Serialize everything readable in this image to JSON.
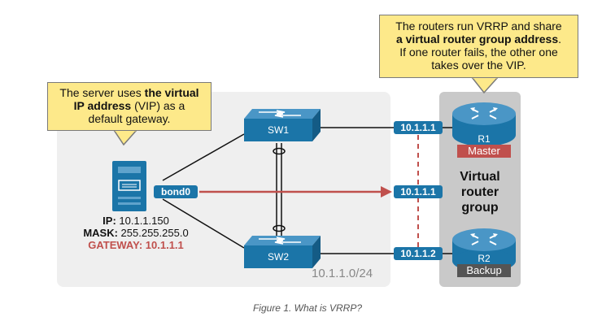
{
  "callouts": {
    "server": {
      "line1_pre": "The server uses ",
      "line1_bold": "the virtual",
      "line2_bold": "IP address",
      "line2_post": " (VIP) as a",
      "line3": "default gateway."
    },
    "vrrp": {
      "line1": "The routers run VRRP and share",
      "line2_bold": "a virtual router group address",
      "line2_post": ".",
      "line3": "If one router fails, the other one",
      "line4": "takes over the VIP."
    }
  },
  "devices": {
    "sw1": "SW1",
    "sw2": "SW2",
    "r1": "R1",
    "r2": "R2",
    "r1_role": "Master",
    "r2_role": "Backup",
    "server_iface": "bond0"
  },
  "addresses": {
    "r1_ip": "10.1.1.1",
    "vip": "10.1.1.1",
    "r2_ip": "10.1.1.2",
    "subnet": "10.1.1.0/24"
  },
  "server_info": {
    "ip_label": "IP:",
    "ip_value": " 10.1.1.150",
    "mask_label": "MASK:",
    "mask_value": " 255.255.255.0",
    "gateway": "GATEWAY: 10.1.1.1"
  },
  "virtual_group_label": [
    "Virtual",
    "router",
    "group"
  ],
  "caption": "Figure 1. What is VRRP?",
  "colors": {
    "callout_fill": "#fde98a",
    "device_blue": "#1b75a8",
    "vip_red": "#c0504d",
    "backup_gray": "#555555"
  }
}
